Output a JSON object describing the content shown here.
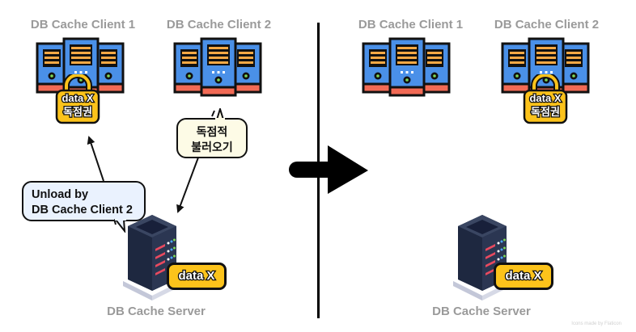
{
  "diagram": {
    "title": "DB Cache exclusive load transition",
    "colors": {
      "server_blue": "#4a90e8",
      "server_orange": "#f6a945",
      "server_red": "#f26a55",
      "led_green": "#7ed957",
      "lock_yellow": "#fcc31b",
      "rack_dark": "#25304a",
      "bubble_yellow": "#fdfbe6",
      "bubble_blue": "#eaf2fe",
      "label_gray": "#9a9a9a"
    },
    "before": {
      "client1": {
        "label": "DB Cache Client 1",
        "lock": {
          "line1": "data X",
          "line2": "독점권"
        }
      },
      "client2": {
        "label": "DB Cache Client 2"
      },
      "bubble_exclusive": {
        "line1": "독점적",
        "line2": "불러오기"
      },
      "bubble_unload": {
        "line1": "Unload by",
        "line2": "DB Cache Client 2"
      },
      "server": {
        "label": "DB Cache Server",
        "tag": "data X"
      }
    },
    "transition_arrow": "right-arrow",
    "after": {
      "client1": {
        "label": "DB Cache Client 1"
      },
      "client2": {
        "label": "DB Cache Client 2",
        "lock": {
          "line1": "data X",
          "line2": "독점권"
        }
      },
      "server": {
        "label": "DB Cache Server",
        "tag": "data X"
      }
    },
    "credit": "Icons made by Flaticon"
  }
}
